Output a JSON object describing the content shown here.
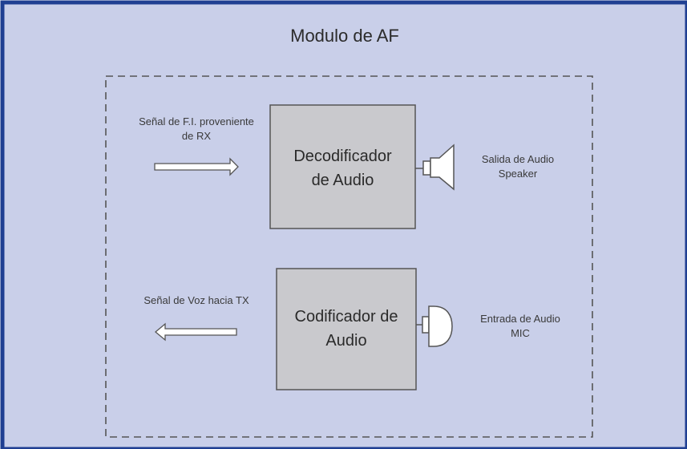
{
  "diagram": {
    "title": "Modulo de AF",
    "decoder": {
      "line1": "Decodificador",
      "line2": "de Audio"
    },
    "encoder": {
      "line1": "Codificador de",
      "line2": "Audio"
    },
    "input_signal": {
      "line1": "Señal de F.I. proveniente",
      "line2": "de RX"
    },
    "output_signal": {
      "line1": "Señal de Voz hacia TX"
    },
    "speaker_label": {
      "line1": "Salida de Audio",
      "line2": "Speaker"
    },
    "mic_label": {
      "line1": "Entrada de Audio",
      "line2": "MIC"
    }
  },
  "colors": {
    "background": "#c9cfe9",
    "border": "#1f3f92",
    "block_fill": "#c9c9cd",
    "stroke": "#555555"
  }
}
